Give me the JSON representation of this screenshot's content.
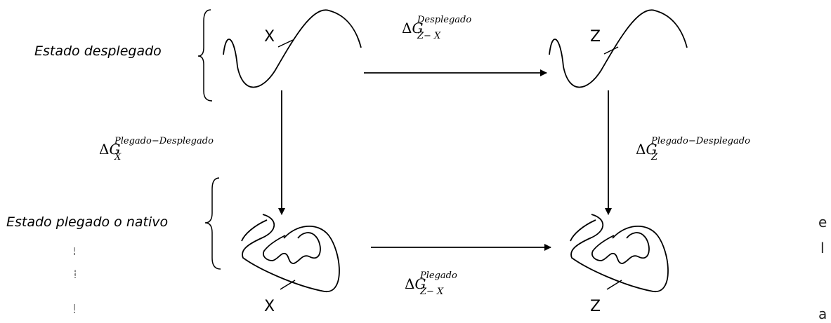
{
  "states": {
    "unfolded_label": "Estado desplegado",
    "folded_label": "Estado plegado o nativo"
  },
  "letters": {
    "x_top": "X",
    "z_top": "Z",
    "x_bottom": "X",
    "z_bottom": "Z"
  },
  "equations": {
    "top": {
      "delta": "Δ",
      "g": "G",
      "sup": "Desplegado",
      "sub": "Z− X"
    },
    "bottom": {
      "delta": "Δ",
      "g": "G",
      "sup": "Plegado",
      "sub": "Z− X"
    },
    "left": {
      "delta": "Δ",
      "g": "G",
      "sup": "Plegado−Desplegado",
      "sub": "X"
    },
    "right": {
      "delta": "Δ",
      "g": "G",
      "sup": "Plegado−Desplegado",
      "sub": "Z"
    }
  },
  "fragments": {
    "right_1": "e",
    "right_2": "l",
    "right_3": "a",
    "left_1": "ι",
    "left_2": "ε",
    "left_3": "ι"
  }
}
